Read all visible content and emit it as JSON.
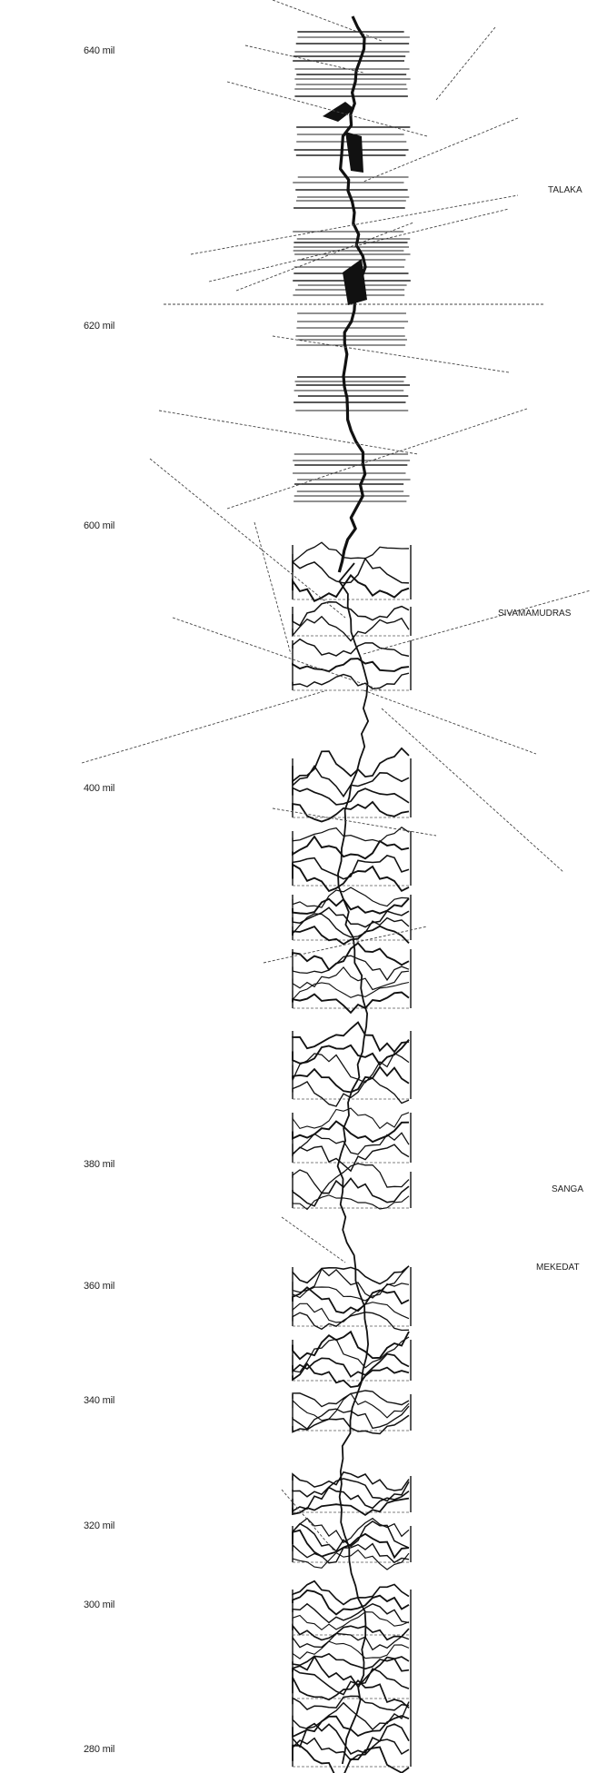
{
  "mile_labels": [
    "640 mil",
    "620 mil",
    "600 mil",
    "400 mil",
    "380 mil",
    "360 mil",
    "340 mil",
    "320 mil",
    "300 mil",
    "280 mil"
  ],
  "place_labels": [
    "TALAKA",
    "SIVAMAMUDRAS",
    "SANGA",
    "MEKEDAT"
  ]
}
